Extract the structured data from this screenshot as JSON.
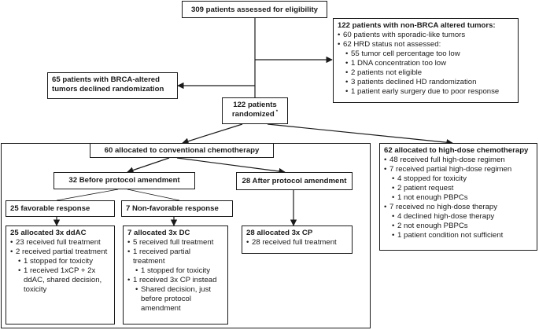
{
  "assessed": "309 patients assessed for eligibility",
  "nonbrca": {
    "title": "122 patients with non-BRCA altered tumors:",
    "items": [
      {
        "text": "60 patients with sporadic-like tumors",
        "level": 0
      },
      {
        "text": "62 HRD status not assessed:",
        "level": 0
      },
      {
        "text": "55 tumor cell percentage too low",
        "level": 1
      },
      {
        "text": "1 DNA concentration too low",
        "level": 1
      },
      {
        "text": "2 patients not eligible",
        "level": 1
      },
      {
        "text": "3 patients declined HD randomization",
        "level": 1
      },
      {
        "text": "1 patient early surgery due to poor response",
        "level": 1
      }
    ]
  },
  "brca_declined": "65 patients with BRCA-altered tumors declined randomization",
  "randomized": {
    "line1": "122 patients",
    "line2": "randomized",
    "mark": "*"
  },
  "conventional": "60 allocated to conventional chemotherapy",
  "before_amend": "32 Before protocol amendment",
  "after_amend": "28 After protocol amendment",
  "favorable": "25 favorable  response",
  "nonfavorable": "7 Non-favorable response",
  "ddac": {
    "title": "25 allocated 3x ddAC",
    "items": [
      {
        "text": "23 received full treatment",
        "level": 0
      },
      {
        "text": "2 received partial treatment",
        "level": 0
      },
      {
        "text": "1 stopped for toxicity",
        "level": 1
      },
      {
        "text": "1 received 1xCP + 2x ddAC, shared decision, toxicity",
        "level": 1
      }
    ]
  },
  "dc": {
    "title": "7 allocated 3x DC",
    "items": [
      {
        "text": "5 received full treatment",
        "level": 0
      },
      {
        "text": "1 received partial treatment",
        "level": 0
      },
      {
        "text": "1 stopped for toxicity",
        "level": 1
      },
      {
        "text": "1 received 3x CP instead",
        "level": 0
      },
      {
        "text": "Shared decision, just before protocol amendment",
        "level": 1
      }
    ]
  },
  "cp": {
    "title": "28 allocated 3x CP",
    "items": [
      {
        "text": "28 received full treatment",
        "level": 0
      }
    ]
  },
  "highdose": {
    "title": "62 allocated to high-dose chemotherapy",
    "items": [
      {
        "text": "48 received full high-dose regimen",
        "level": 0
      },
      {
        "text": "7 received partial high-dose regimen",
        "level": 0
      },
      {
        "text": "4 stopped for toxicity",
        "level": 1
      },
      {
        "text": "2 patient request",
        "level": 1
      },
      {
        "text": "1 not enough PBPCs",
        "level": 1
      },
      {
        "text": "7 received no high-dose therapy",
        "level": 0
      },
      {
        "text": "4 declined high-dose therapy",
        "level": 1
      },
      {
        "text": "2 not enough PBPCs",
        "level": 1
      },
      {
        "text": "1 patient condition not sufficient",
        "level": 1
      }
    ]
  }
}
